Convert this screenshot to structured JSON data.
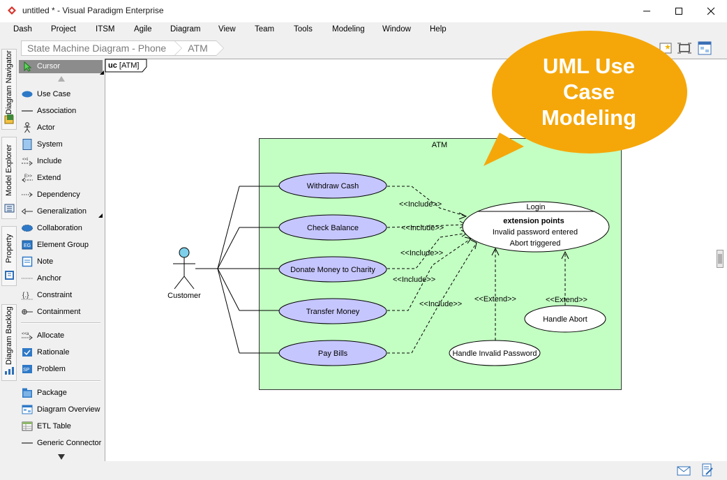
{
  "window": {
    "title": "untitled * - Visual Paradigm Enterprise"
  },
  "menu": {
    "items": [
      "Dash",
      "Project",
      "ITSM",
      "Agile",
      "Diagram",
      "View",
      "Team",
      "Tools",
      "Modeling",
      "Window",
      "Help"
    ]
  },
  "breadcrumb": {
    "items": [
      "State Machine Diagram - Phone",
      "ATM"
    ]
  },
  "side_tabs": {
    "items": [
      "Diagram Navigator",
      "Model Explorer",
      "Property",
      "Diagram Backlog"
    ]
  },
  "palette": {
    "cursor": "Cursor",
    "items": [
      "Use Case",
      "Association",
      "Actor",
      "System",
      "Include",
      "Extend",
      "Dependency",
      "Generalization",
      "Collaboration",
      "Element Group",
      "Note",
      "Anchor",
      "Constraint",
      "Containment",
      "Allocate",
      "Rationale",
      "Problem",
      "Package",
      "Diagram Overview",
      "ETL Table",
      "Generic Connector"
    ]
  },
  "diagram": {
    "frame_kind": "uc",
    "frame_name": "[ATM]",
    "system_name": "ATM",
    "actor": "Customer",
    "use_cases": [
      "Withdraw Cash",
      "Check Balance",
      "Donate Money to Charity",
      "Transfer Money",
      "Pay Bills"
    ],
    "login": {
      "name": "Login",
      "section_title": "extension points",
      "points": [
        "Invalid password entered",
        "Abort triggered"
      ]
    },
    "extensions": [
      "Handle Invalid Password",
      "Handle Abort"
    ],
    "include_label": "<<Include>>",
    "extend_label": "<<Extend>>"
  },
  "callout": {
    "lines": [
      "UML Use",
      "Case",
      "Modeling"
    ]
  },
  "colors": {
    "system_fill": "#c3ffc3",
    "use_case_fill": "#c6c6ff",
    "callout_fill": "#f5a70a",
    "actor_fill": "#7ed0ea",
    "cursor_bg": "#8c8c8c"
  }
}
